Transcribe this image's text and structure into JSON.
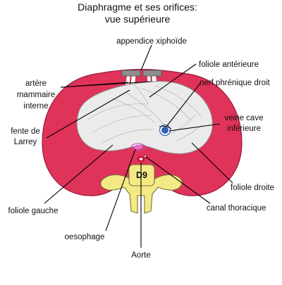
{
  "title": {
    "line1": "Diaphragme et ses orifices:",
    "line2": "vue supérieure"
  },
  "labels": {
    "appendice": "appendice xiphoïde",
    "foliole_anterieure": "foliole antérieure",
    "nerf_phrenique": "nerf phrénique droit",
    "artere_1": "artère",
    "artere_2": "mammaire",
    "artere_3": "interne",
    "fente_1": "fente de",
    "fente_2": "Larrey",
    "veine_1": "veine cave",
    "veine_2": "inférieure",
    "foliole_droite": "foliole droite",
    "foliole_gauche": "foliole gauche",
    "canal": "canal thoracique",
    "oesophage": "oesophage",
    "aorte": "Aorte"
  },
  "vertebra_label": "D9",
  "colors": {
    "muscle": "#e0335a",
    "tendon": "#ebebeb",
    "bone": "#f3ea86",
    "bone_outline": "#7a7034",
    "vein": "#2c63b8",
    "oesophagus": "#e86ad6",
    "aorta": "#c8102e"
  }
}
